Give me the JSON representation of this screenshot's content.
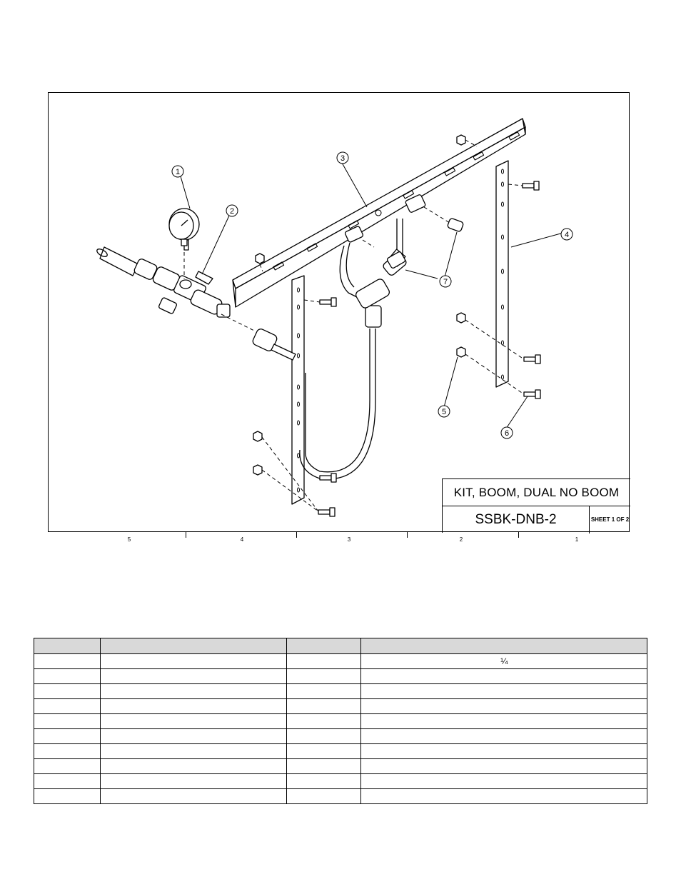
{
  "drawing": {
    "title": "KIT, BOOM, DUAL NO BOOM",
    "part_number": "SSBK-DNB-2",
    "sheet": "SHEET 1 OF 2",
    "balloons": [
      "1",
      "2",
      "3",
      "4",
      "5",
      "6",
      "7"
    ],
    "zones": [
      "5",
      "4",
      "3",
      "2",
      "1"
    ]
  },
  "parts_table": {
    "headers": [
      "",
      "",
      "",
      ""
    ],
    "rows": [
      [
        "",
        "",
        "",
        "¼"
      ],
      [
        "",
        "",
        "",
        ""
      ],
      [
        "",
        "",
        "",
        ""
      ],
      [
        "",
        "",
        "",
        ""
      ],
      [
        "",
        "",
        "",
        ""
      ],
      [
        "",
        "",
        "",
        ""
      ],
      [
        "",
        "",
        "",
        ""
      ],
      [
        "",
        "",
        "",
        ""
      ],
      [
        "",
        "",
        "",
        ""
      ],
      [
        "",
        "",
        "",
        ""
      ]
    ]
  }
}
